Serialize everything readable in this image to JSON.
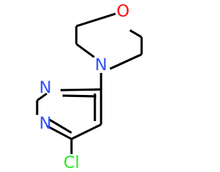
{
  "molecule": {
    "atoms": {
      "oxygen": {
        "label": "O",
        "color": "#ff0d0d"
      },
      "morpholine_nitrogen": {
        "label": "N",
        "color": "#3050f8"
      },
      "ring_nitrogen_upper": {
        "label": "N",
        "color": "#3050f8"
      },
      "ring_nitrogen_lower": {
        "label": "N",
        "color": "#3050f8"
      },
      "chlorine": {
        "label": "Cl",
        "color": "#1ff01f"
      }
    },
    "bond_color": "#000000",
    "background": "#ffffff"
  }
}
